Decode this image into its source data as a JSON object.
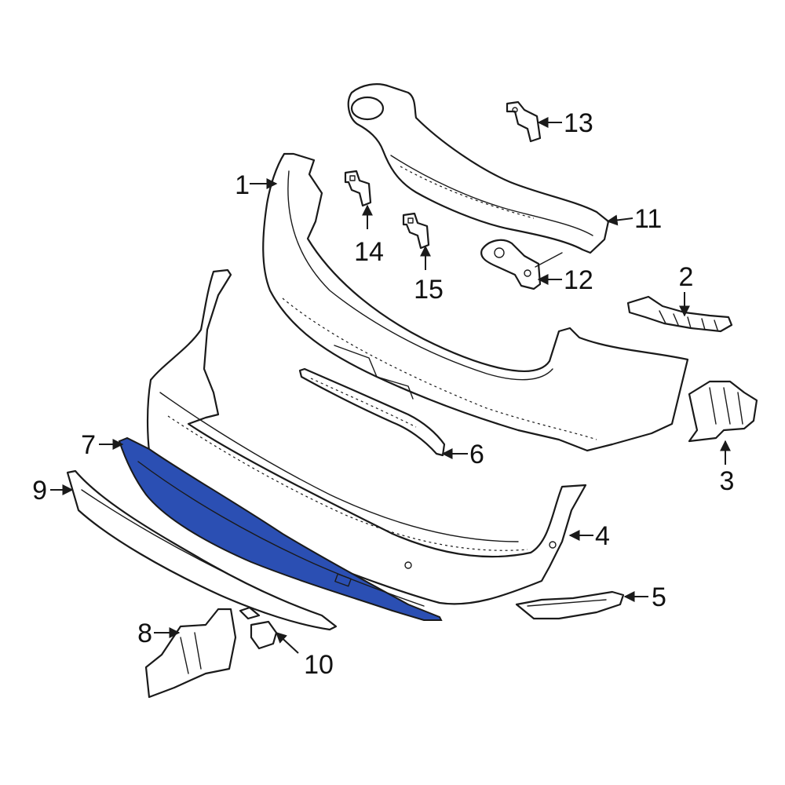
{
  "diagram": {
    "highlight_color": "#2b4fb3",
    "line_color": "#1a1a1a",
    "background": "#ffffff",
    "highlighted_part": "7",
    "callouts": [
      {
        "id": "1",
        "label": "1"
      },
      {
        "id": "2",
        "label": "2"
      },
      {
        "id": "3",
        "label": "3"
      },
      {
        "id": "4",
        "label": "4"
      },
      {
        "id": "5",
        "label": "5"
      },
      {
        "id": "6",
        "label": "6"
      },
      {
        "id": "7",
        "label": "7"
      },
      {
        "id": "8",
        "label": "8"
      },
      {
        "id": "9",
        "label": "9"
      },
      {
        "id": "10",
        "label": "10"
      },
      {
        "id": "11",
        "label": "11"
      },
      {
        "id": "12",
        "label": "12"
      },
      {
        "id": "13",
        "label": "13"
      },
      {
        "id": "14",
        "label": "14"
      },
      {
        "id": "15",
        "label": "15"
      }
    ]
  }
}
